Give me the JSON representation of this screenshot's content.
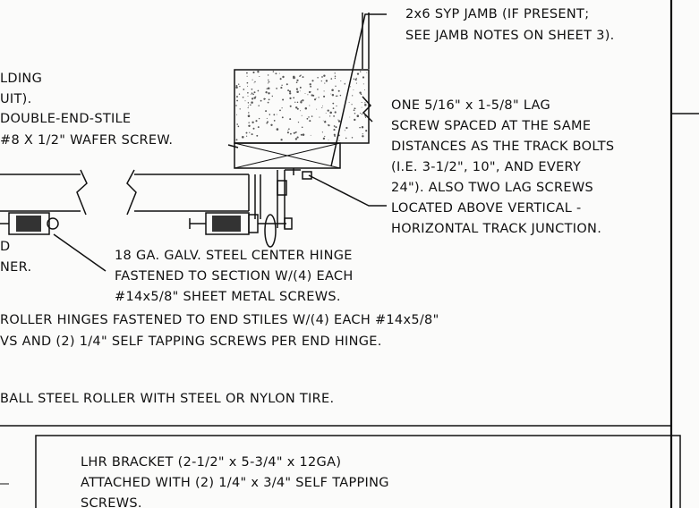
{
  "notes": {
    "jamb": [
      "2x6 SYP JAMB (IF PRESENT;",
      "SEE JAMB NOTES ON SHEET 3)."
    ],
    "building": [
      "LDING",
      "UIT)."
    ],
    "stile": [
      "DOUBLE-END-STILE",
      "#8 X 1/2\" WAFER SCREW."
    ],
    "lag": [
      "ONE 5/16\" x 1-5/8\" LAG",
      "SCREW SPACED AT THE SAME",
      "DISTANCES AS THE TRACK BOLTS",
      "(I.E. 3-1/2\", 10\", AND EVERY",
      "24\"). ALSO TWO LAG SCREWS",
      "LOCATED ABOVE VERTICAL -",
      "HORIZONTAL TRACK JUNCTION."
    ],
    "left_fragment": [
      "D",
      "NER."
    ],
    "center_hinge": [
      "18 GA. GALV. STEEL CENTER HINGE",
      "FASTENED TO SECTION W/(4) EACH",
      "#14x5/8\" SHEET METAL SCREWS."
    ],
    "roller_hinges": [
      " ROLLER HINGES FASTENED TO END STILES W/(4) EACH #14x5/8\"",
      "VS AND (2) 1/4\" SELF TAPPING SCREWS PER END HINGE."
    ],
    "roller": "BALL STEEL ROLLER WITH STEEL OR NYLON TIRE.",
    "bracket": [
      "LHR BRACKET (2-1/2\" x 5-3/4\" x 12GA)",
      "ATTACHED WITH (2) 1/4\" x 3/4\" SELF TAPPING",
      "SCREWS."
    ]
  }
}
